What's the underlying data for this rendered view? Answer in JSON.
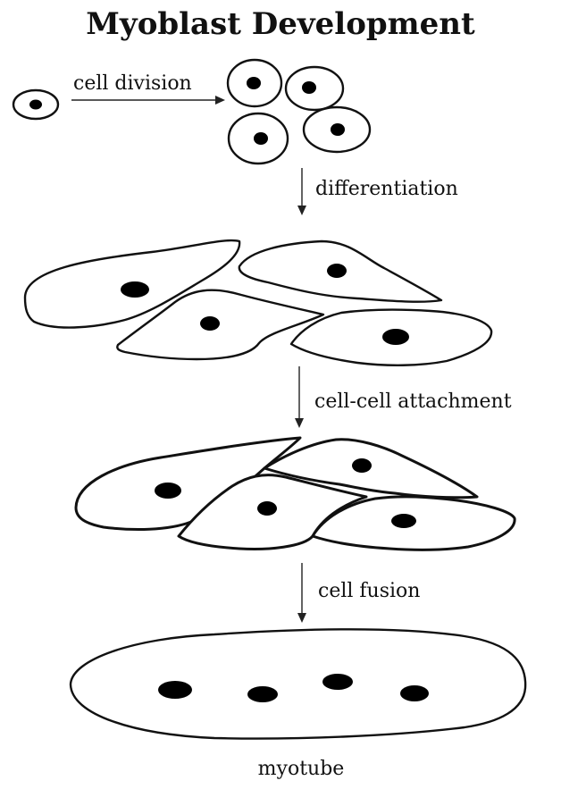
{
  "title": "Myoblast Development",
  "stages": {
    "division_label": "cell division",
    "differentiation_label": "differentiation",
    "attachment_label": "cell-cell attachment",
    "fusion_label": "cell fusion",
    "myotube_label": "myotube"
  },
  "colors": {
    "outline": "#111111",
    "nucleus": "#000000",
    "background": "#ffffff"
  }
}
